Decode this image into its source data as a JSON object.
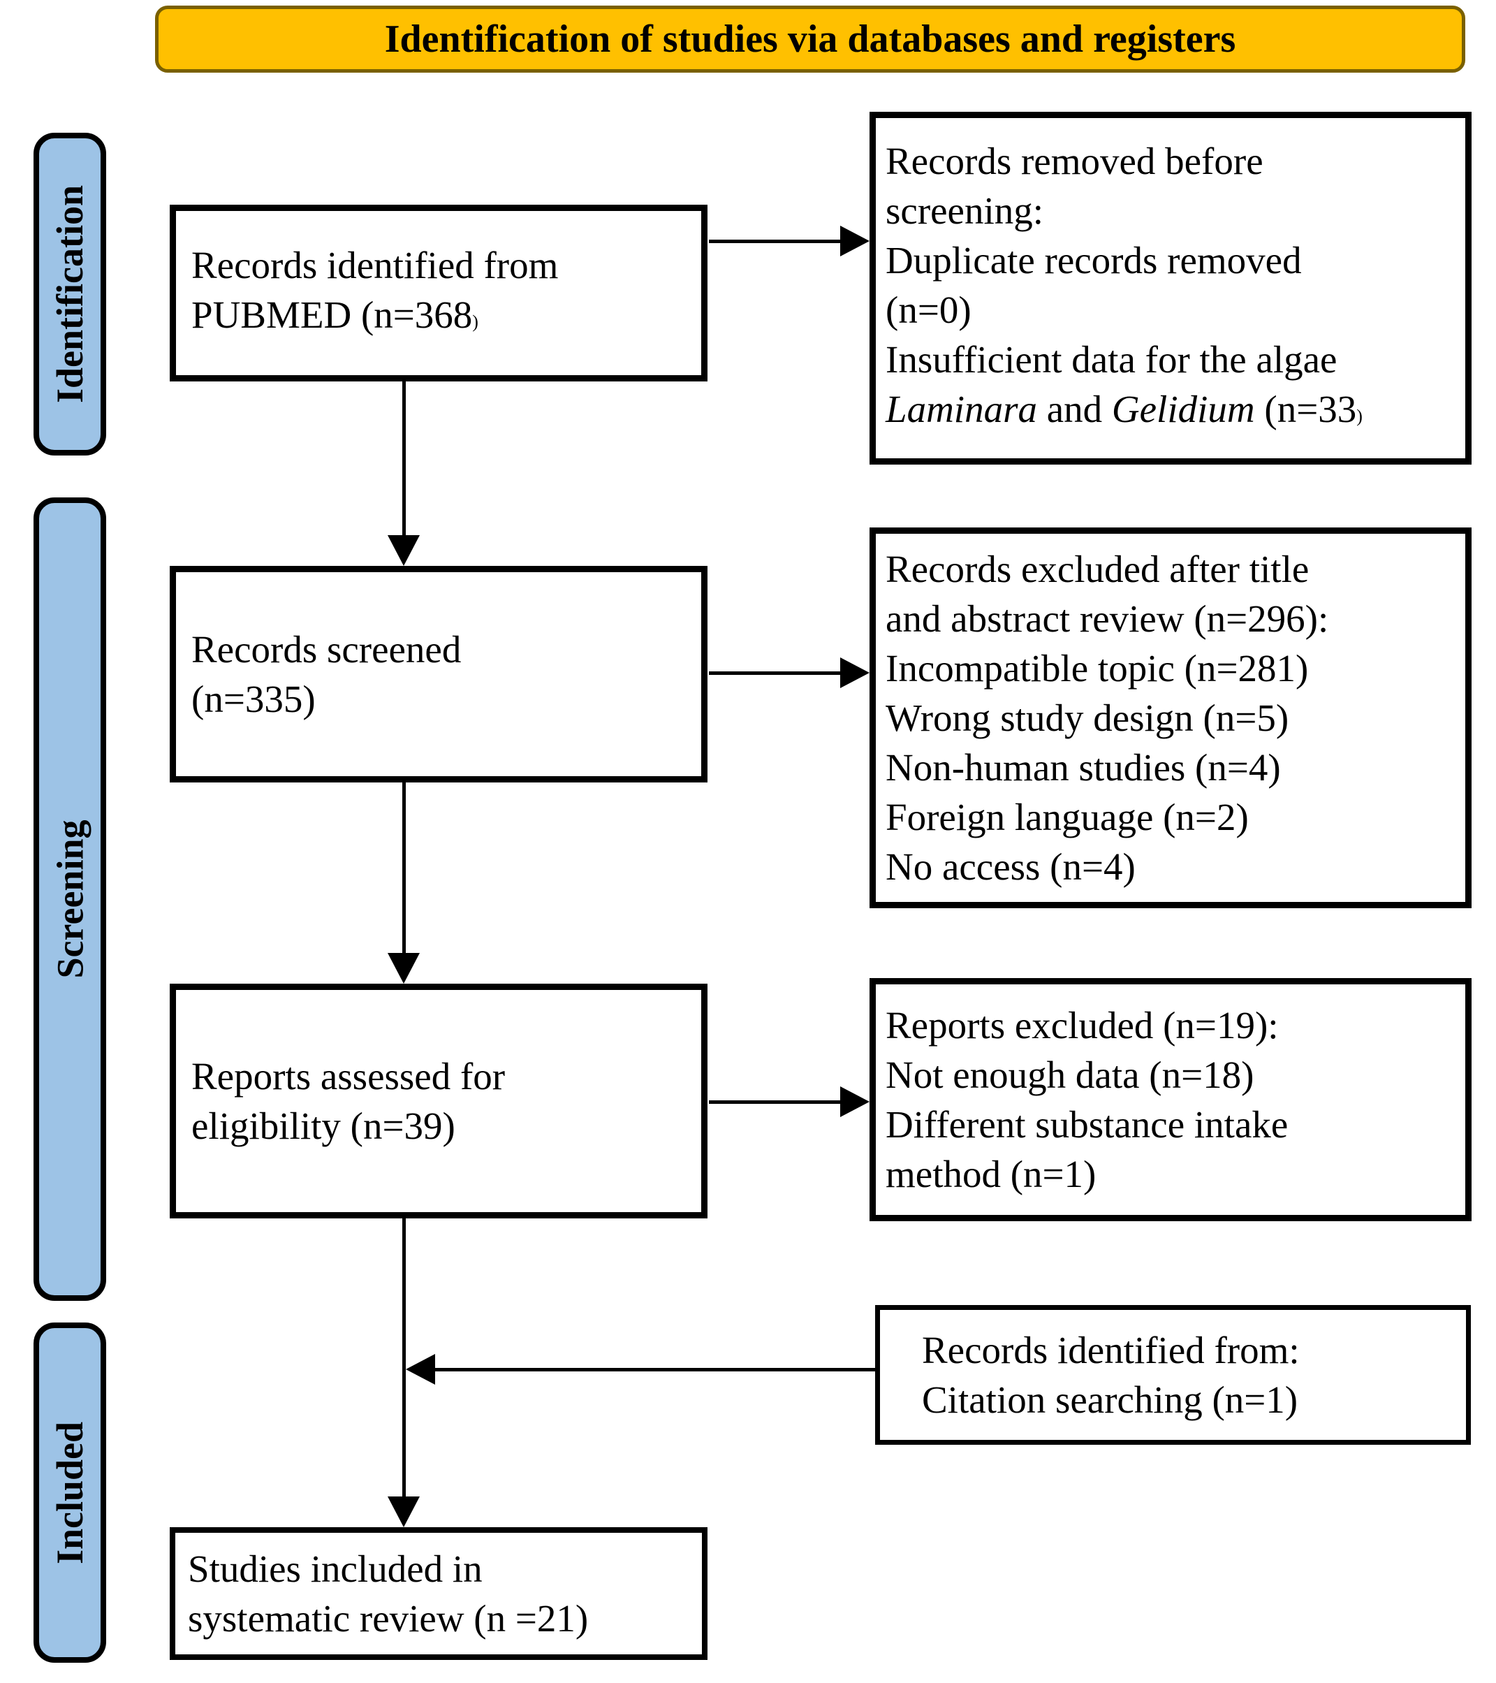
{
  "banner": {
    "title": "Identification of studies via databases and registers"
  },
  "stages": {
    "identification": "Identification",
    "screening": "Screening",
    "included": "Included"
  },
  "boxes": {
    "records_identified": {
      "lines": [
        "Records identified from",
        "PUBMED (n=368"
      ],
      "trailing_paren": ")"
    },
    "records_removed": {
      "lines": [
        "Records removed before",
        "screening:",
        "Duplicate records removed",
        "(n=0)",
        "Insufficient data for the algae"
      ],
      "species_line": {
        "italic1": "Laminara",
        "mid": " and ",
        "italic2": "Gelidium",
        "end": " (n=33",
        "trailing_paren": ")"
      }
    },
    "records_screened": {
      "lines": [
        "Records screened",
        "(n=335)"
      ]
    },
    "records_excluded": {
      "lines": [
        "Records excluded after title",
        "and abstract review (n=296):",
        "Incompatible topic (n=281)",
        "Wrong study design (n=5)",
        "Non-human studies (n=4)",
        "Foreign language (n=2)",
        "No access (n=4)"
      ]
    },
    "reports_assessed": {
      "lines": [
        "Reports assessed for",
        "eligibility (n=39)"
      ]
    },
    "reports_excluded": {
      "lines": [
        "Reports excluded (n=19):",
        "Not enough data (n=18)",
        "Different substance intake",
        "method (n=1)"
      ]
    },
    "citation_searching": {
      "lines": [
        "Records identified from:",
        "Citation searching (n=1)"
      ]
    },
    "studies_included": {
      "lines": [
        "Studies included in",
        "systematic review (n =21)"
      ]
    }
  },
  "colors": {
    "banner_fill": "#FFC000",
    "banner_border": "#7A6000",
    "stage_fill": "#9DC3E6",
    "stage_border": "#000000",
    "box_fill": "#FFFFFF",
    "box_border": "#000000",
    "text": "#000000"
  }
}
